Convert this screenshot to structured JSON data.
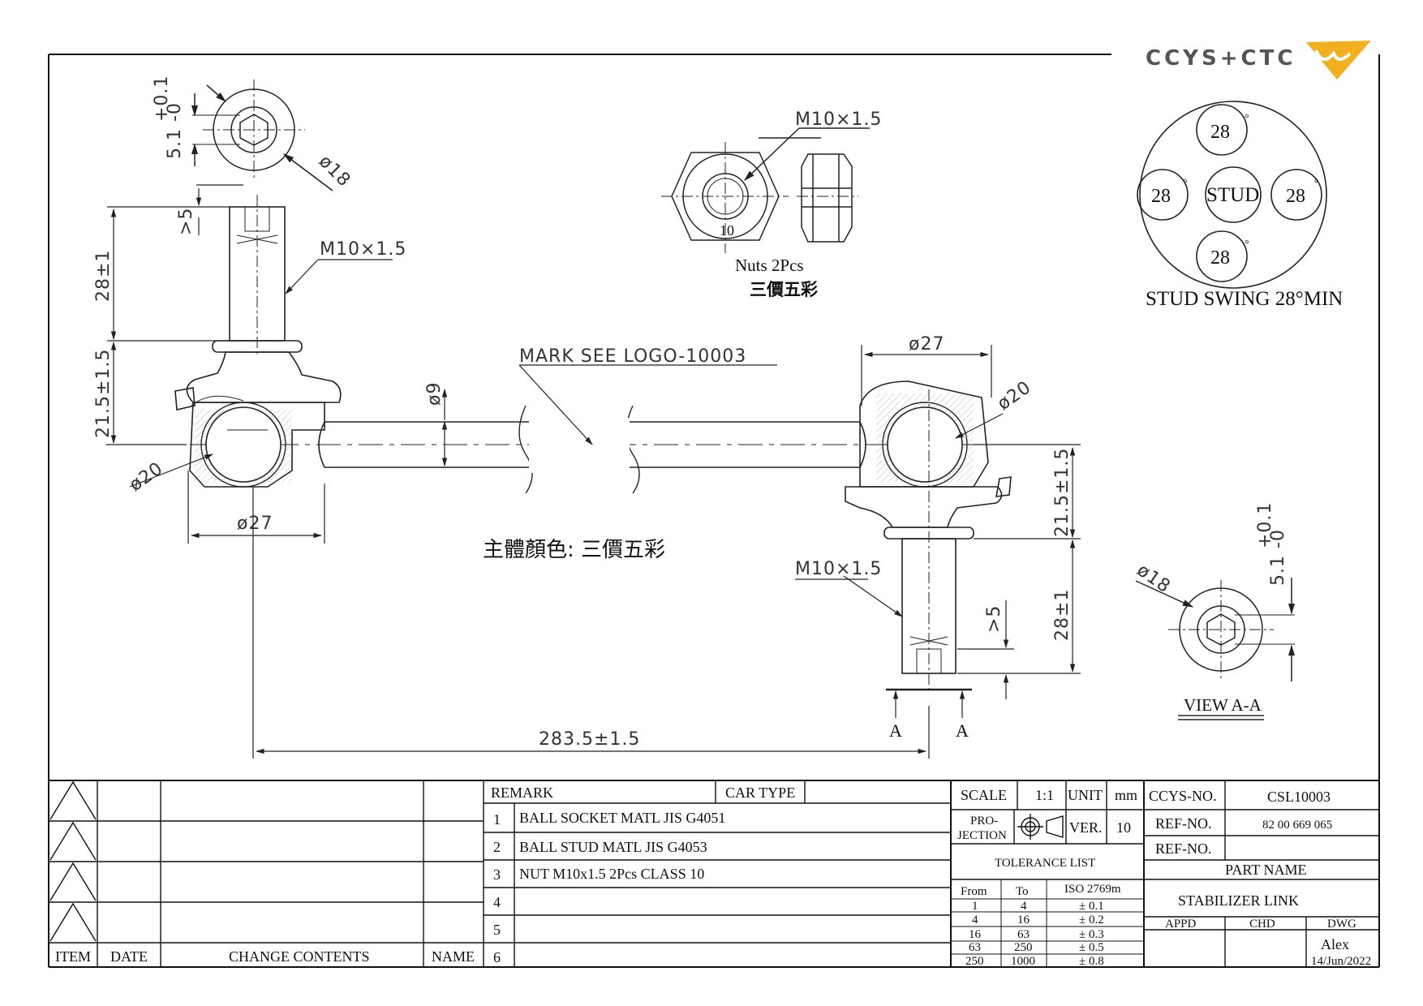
{
  "logo": {
    "text": "CCYS+CTC",
    "accent_color": "#f2b01e"
  },
  "views": {
    "stud_swing": {
      "center_label": "STUD",
      "angles": [
        "28",
        "28",
        "28",
        "28"
      ],
      "caption": "STUD SWING 28°MIN"
    },
    "nut": {
      "thread": "M10×1.5",
      "size": "10",
      "note": "Nuts 2Pcs",
      "color_note": "三價五彩"
    },
    "view_aa": {
      "caption": "VIEW A-A",
      "diameter": "ø18",
      "tolerance": "5.1",
      "tol_upper": "+0.1",
      "tol_lower": "-0",
      "section_marker": "A"
    },
    "top_view": {
      "diameter": "ø18",
      "tolerance": "5.1",
      "tol_upper": "+0.1",
      "tol_lower": "-0"
    }
  },
  "dimensions": {
    "left_thread": "M10×1.5",
    "left_depth": ">5",
    "left_stud_length": "28±1",
    "left_height": "21.5±1.5",
    "left_ball": "ø20",
    "left_housing": "ø27",
    "rod": "ø9",
    "mark": "MARK SEE LOGO-10003",
    "right_housing": "ø27",
    "right_ball": "ø20",
    "right_height": "21.5±1.5",
    "right_stud_length": "28±1",
    "right_depth": ">5",
    "right_thread": "M10×1.5",
    "overall": "283.5±1.5",
    "body_color": "主體顏色: 三價五彩"
  },
  "revision_table": {
    "headers": [
      "ITEM",
      "DATE",
      "CHANGE CONTENTS",
      "NAME"
    ]
  },
  "remarks": {
    "header_remark": "REMARK",
    "header_car_type": "CAR TYPE",
    "car_type": "",
    "rows": [
      {
        "no": "1",
        "text": "BALL SOCKET MATL JIS G4051"
      },
      {
        "no": "2",
        "text": "BALL STUD MATL JIS G4053"
      },
      {
        "no": "3",
        "text": "NUT M10x1.5 2Pcs CLASS 10"
      },
      {
        "no": "4",
        "text": ""
      },
      {
        "no": "5",
        "text": ""
      },
      {
        "no": "6",
        "text": ""
      }
    ]
  },
  "spec": {
    "scale_label": "SCALE",
    "scale_value": "1:1",
    "unit_label": "UNIT",
    "unit_value": "mm",
    "projection_label_1": "PRO-",
    "projection_label_2": "JECTION",
    "ver_label": "VER.",
    "ver_value": "10",
    "tolerance_title": "TOLERANCE LIST",
    "tol_headers": [
      "From",
      "To",
      "ISO 2769m"
    ],
    "tol_rows": [
      [
        "1",
        "4",
        "± 0.1"
      ],
      [
        "4",
        "16",
        "± 0.2"
      ],
      [
        "16",
        "63",
        "± 0.3"
      ],
      [
        "63",
        "250",
        "± 0.5"
      ],
      [
        "250",
        "1000",
        "± 0.8"
      ]
    ]
  },
  "title_block": {
    "ccys_label": "CCYS-NO.",
    "ccys_value": "CSL10003",
    "ref1_label": "REF-NO.",
    "ref1_value": "82 00 669 065",
    "ref2_label": "REF-NO.",
    "ref2_value": "",
    "part_name_label": "PART NAME",
    "part_name": "STABILIZER LINK",
    "appd_label": "APPD",
    "chd_label": "CHD",
    "dwg_label": "DWG",
    "drawer": "Alex",
    "date": "14/Jun/2022"
  }
}
